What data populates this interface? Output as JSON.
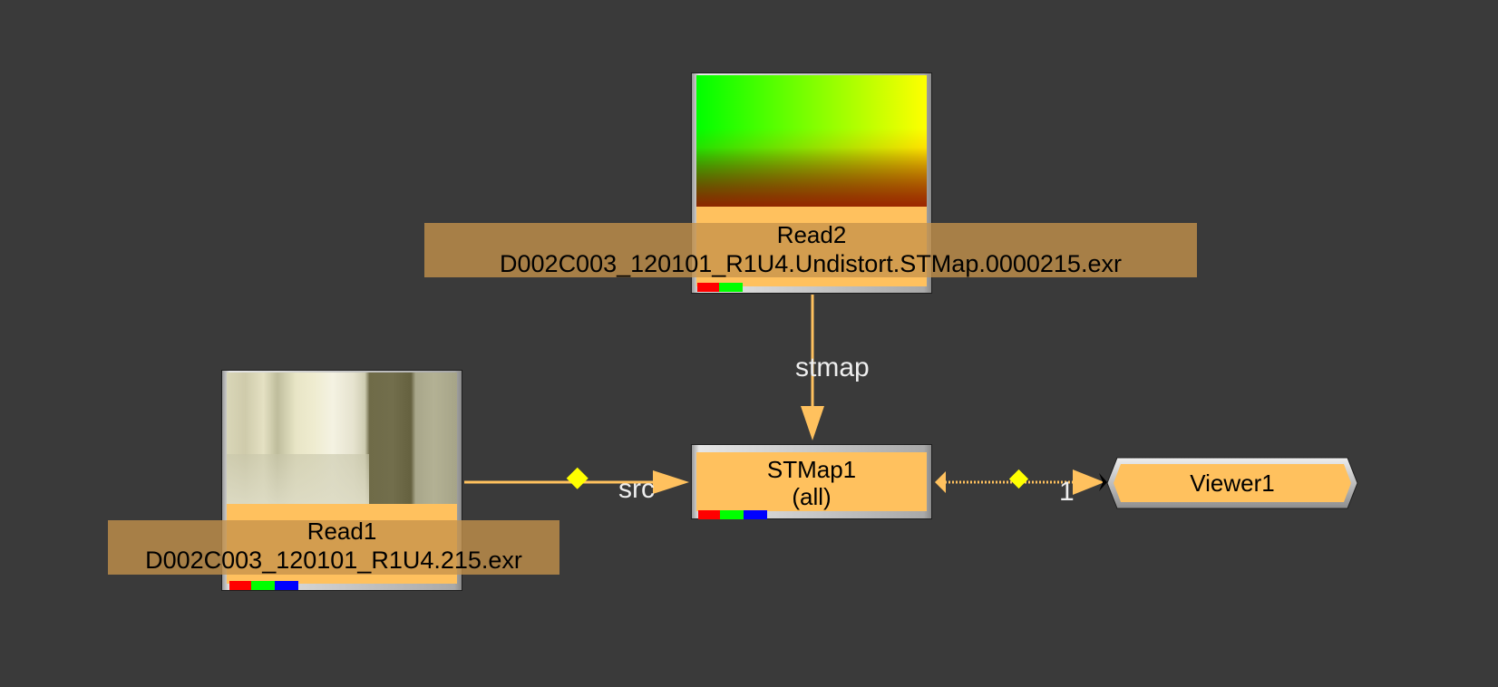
{
  "app": {
    "panel": "Node Graph"
  },
  "colors": {
    "background": "#3a3a3a",
    "node_body": "#ffc15e",
    "label_band": "#c7944c",
    "wire": "#ffc15e",
    "dot": "#ffff00",
    "channel_red": "#ff0000",
    "channel_green": "#00ff00",
    "channel_blue": "#0000ff"
  },
  "nodes": {
    "read2": {
      "name": "Read2",
      "file": "D002C003_120101_R1U4.Undistort.STMap.0000215.exr",
      "thumbnail": "stmap-gradient",
      "channels": [
        "red",
        "green"
      ]
    },
    "read1": {
      "name": "Read1",
      "file": "D002C003_120101_R1U4.215.exr",
      "thumbnail": "corridor-photo",
      "channels": [
        "red",
        "green",
        "blue"
      ]
    },
    "stmap1": {
      "name": "STMap1",
      "subtitle": "(all)",
      "channels": [
        "red",
        "green",
        "blue"
      ]
    },
    "viewer1": {
      "name": "Viewer1"
    }
  },
  "connections": [
    {
      "from": "Read2",
      "to": "STMap1",
      "input_label": "stmap"
    },
    {
      "from": "Read1",
      "to": "STMap1",
      "input_label": "src"
    },
    {
      "from": "STMap1",
      "to": "Viewer1",
      "input_label": "1"
    }
  ]
}
